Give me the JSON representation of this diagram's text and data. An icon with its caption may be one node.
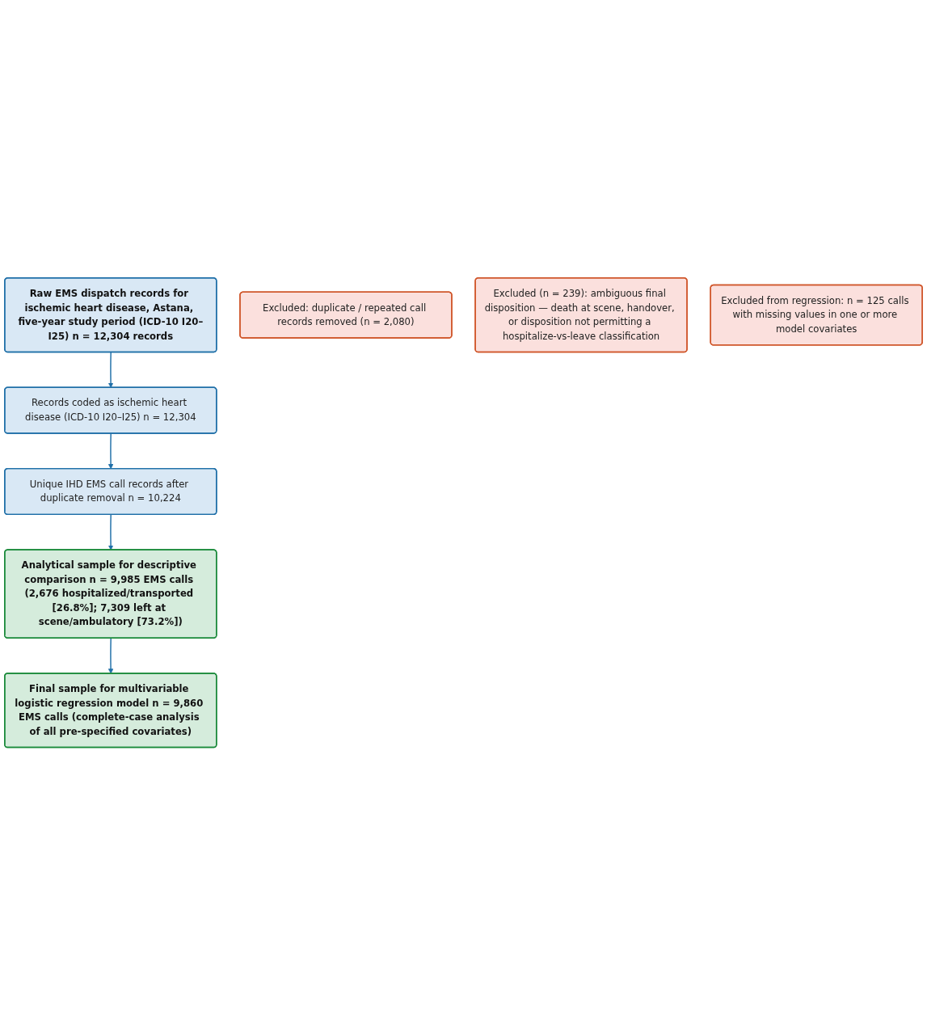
{
  "diagram": {
    "nodes": [
      {
        "text": [
          "Raw EMS dispatch records for ischemic heart disease, Astana, five-year study period (ICD-10 I20–I25) n = 12,304 records"
        ]
      },
      {
        "text": [
          "Records coded as ischemic heart disease (ICD-10 I20–I25) n = 12,304"
        ]
      },
      {
        "text": [
          "Unique IHD EMS call records after duplicate removal n = 10,224"
        ]
      },
      {
        "text": [
          "Analytical sample for descriptive comparison n = 9,985 EMS calls (2,676 hospitalized/transported [26.8%]; 7,309 left at scene/ambulatory [73.2%])"
        ]
      },
      {
        "text": [
          "Final sample for multivariable logistic regression model n = 9,860 EMS calls (complete-case analysis of all pre-specified covariates)"
        ]
      },
      {
        "text": [
          "Excluded: duplicate / repeated call records removed (n = 2,080)"
        ]
      },
      {
        "text": [
          "Excluded (n = 239): ambiguous final disposition — death at scene, handover, or disposition not permitting a hospitalize-vs-leave classification"
        ]
      },
      {
        "text": [
          "Excluded from regression: n = 125 calls with missing values in one or more model covariates"
        ]
      }
    ],
    "edges": [
      {
        "from": 0,
        "to": 1,
        "arrow": "to"
      },
      {
        "from": 1,
        "to": 2,
        "arrow": "to"
      },
      {
        "from": 2,
        "to": 3,
        "arrow": "to"
      },
      {
        "from": 3,
        "to": 4,
        "arrow": "to"
      }
    ]
  }
}
